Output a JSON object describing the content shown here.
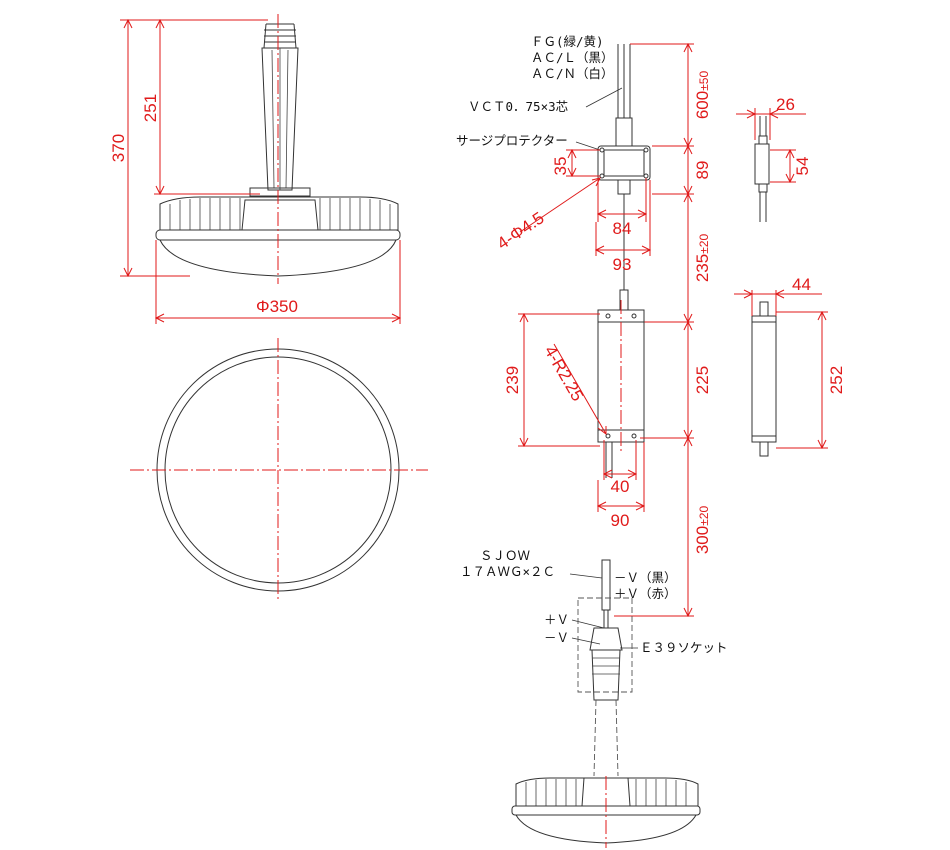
{
  "colors": {
    "dimension": "#e01a1a",
    "outline": "#333333",
    "background": "#ffffff"
  },
  "dimensions": {
    "overall_height": "370",
    "stem_height": "251",
    "diameter": "Φ350",
    "cable_length": "600",
    "cable_length_tol": "±50",
    "box_height": "89",
    "box_pitch_v": "35",
    "box_holes": "4-Φ4.5",
    "box_pitch_h": "84",
    "box_width": "93",
    "side_width": "26",
    "side_height": "54",
    "to_driver": "235",
    "to_driver_tol": "±20",
    "driver_height": "225",
    "driver_overall": "239",
    "driver_corners": "4-R2.25",
    "driver_pitch_h": "40",
    "driver_width": "90",
    "driver_depth": "44",
    "driver_side_height": "252",
    "output_cable": "300",
    "output_cable_tol": "±20"
  },
  "labels": {
    "fg": "ＦＧ(緑/黄)",
    "acl": "ＡＣ/Ｌ（黒）",
    "acn": "ＡＣ/Ｎ（白）",
    "vct": "ＶＣＴ0．75×3芯",
    "surge": "サージプロテクター",
    "sjow": "ＳＪＯＷ",
    "awg": "１７ＡＷＧ×２Ｃ",
    "neg_black": "－Ｖ（黒）",
    "pos_red": "＋Ｖ（赤）",
    "pos": "＋Ｖ",
    "neg": "－Ｖ",
    "socket": "Ｅ３９ソケット"
  }
}
